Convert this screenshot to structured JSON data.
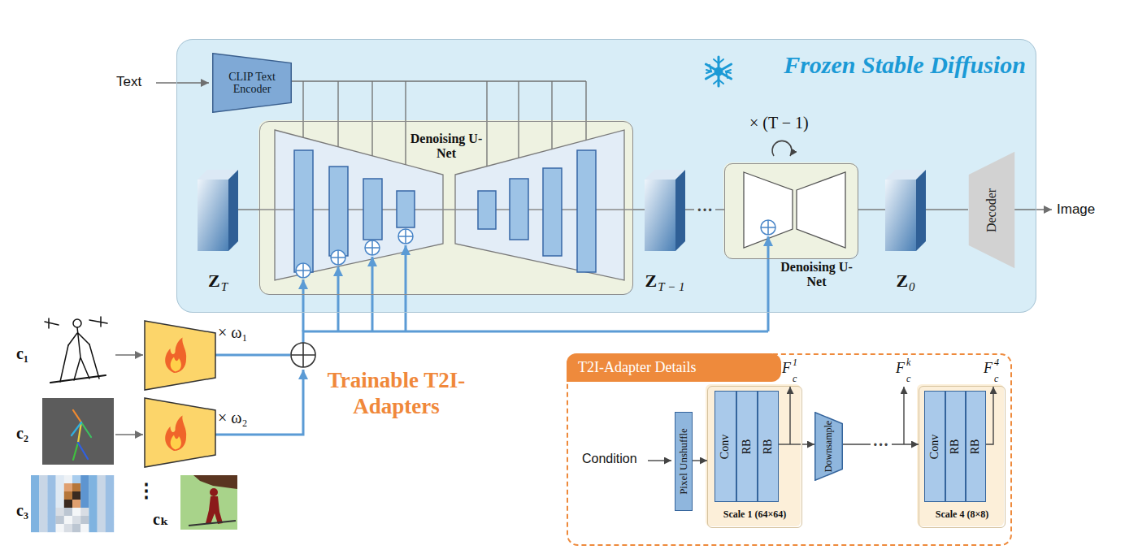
{
  "diagram": {
    "nodes": [
      {
        "text": [
          "Frozen Stable Diffusion"
        ]
      },
      {
        "text": [
          "CLIP Text Encoder"
        ],
        "in": 0
      },
      {
        "text": [
          "Z",
          "T"
        ],
        "in": 0
      },
      {
        "text": [
          "Denoising U-Net"
        ],
        "in": 0
      },
      {
        "text": [
          "Z",
          "T − 1"
        ],
        "in": 0
      },
      {
        "text": [
          "Denoising U-Net"
        ],
        "in": 0
      },
      {
        "text": [
          "Z",
          "0"
        ],
        "in": 0
      },
      {
        "text": [
          "Decoder"
        ],
        "in": 0
      },
      {
        "text": [
          "T2I-Adapter Details"
        ]
      },
      {
        "text": [
          "Pixel Unshuffle"
        ],
        "in": 8
      },
      {
        "text": [
          "Scale 1 (64×64)"
        ],
        "in": 8
      },
      {
        "text": [
          "Conv"
        ],
        "in": 10
      },
      {
        "text": [
          "RB"
        ],
        "in": 10
      },
      {
        "text": [
          "RB"
        ],
        "in": 10
      },
      {
        "text": [
          "Downsample"
        ],
        "in": 8
      },
      {
        "text": [
          "Scale 4 (8×8)"
        ],
        "in": 8
      },
      {
        "text": [
          "Conv"
        ],
        "in": 15
      },
      {
        "text": [
          "RB"
        ],
        "in": 15
      },
      {
        "text": [
          "RB"
        ],
        "in": 15
      }
    ],
    "edges": [
      {
        "from": 2,
        "to": 3,
        "arrow": "none"
      },
      {
        "from": 3,
        "to": 4,
        "arrow": "none"
      },
      {
        "from": 4,
        "to": 5,
        "label": "···",
        "arrow": "none"
      },
      {
        "from": 5,
        "to": 6,
        "arrow": "none"
      },
      {
        "from": 6,
        "to": 7,
        "arrow": "none"
      },
      {
        "from": 9,
        "to": 10,
        "arrow": "to"
      },
      {
        "from": 10,
        "to": 14,
        "arrow": "to"
      },
      {
        "from": 14,
        "to": 15,
        "label": "···",
        "arrow": "to"
      }
    ],
    "labels": [
      "Text",
      "Image",
      "× (T − 1)",
      "c₁",
      "× ω₁",
      "c₂",
      "× ω₂",
      "Trainable T2I-Adapters",
      "c₃",
      "⋮",
      "cₖ",
      "Condition",
      "F",
      "c",
      "1",
      "F",
      "c",
      "k",
      "F",
      "c",
      "4"
    ]
  }
}
